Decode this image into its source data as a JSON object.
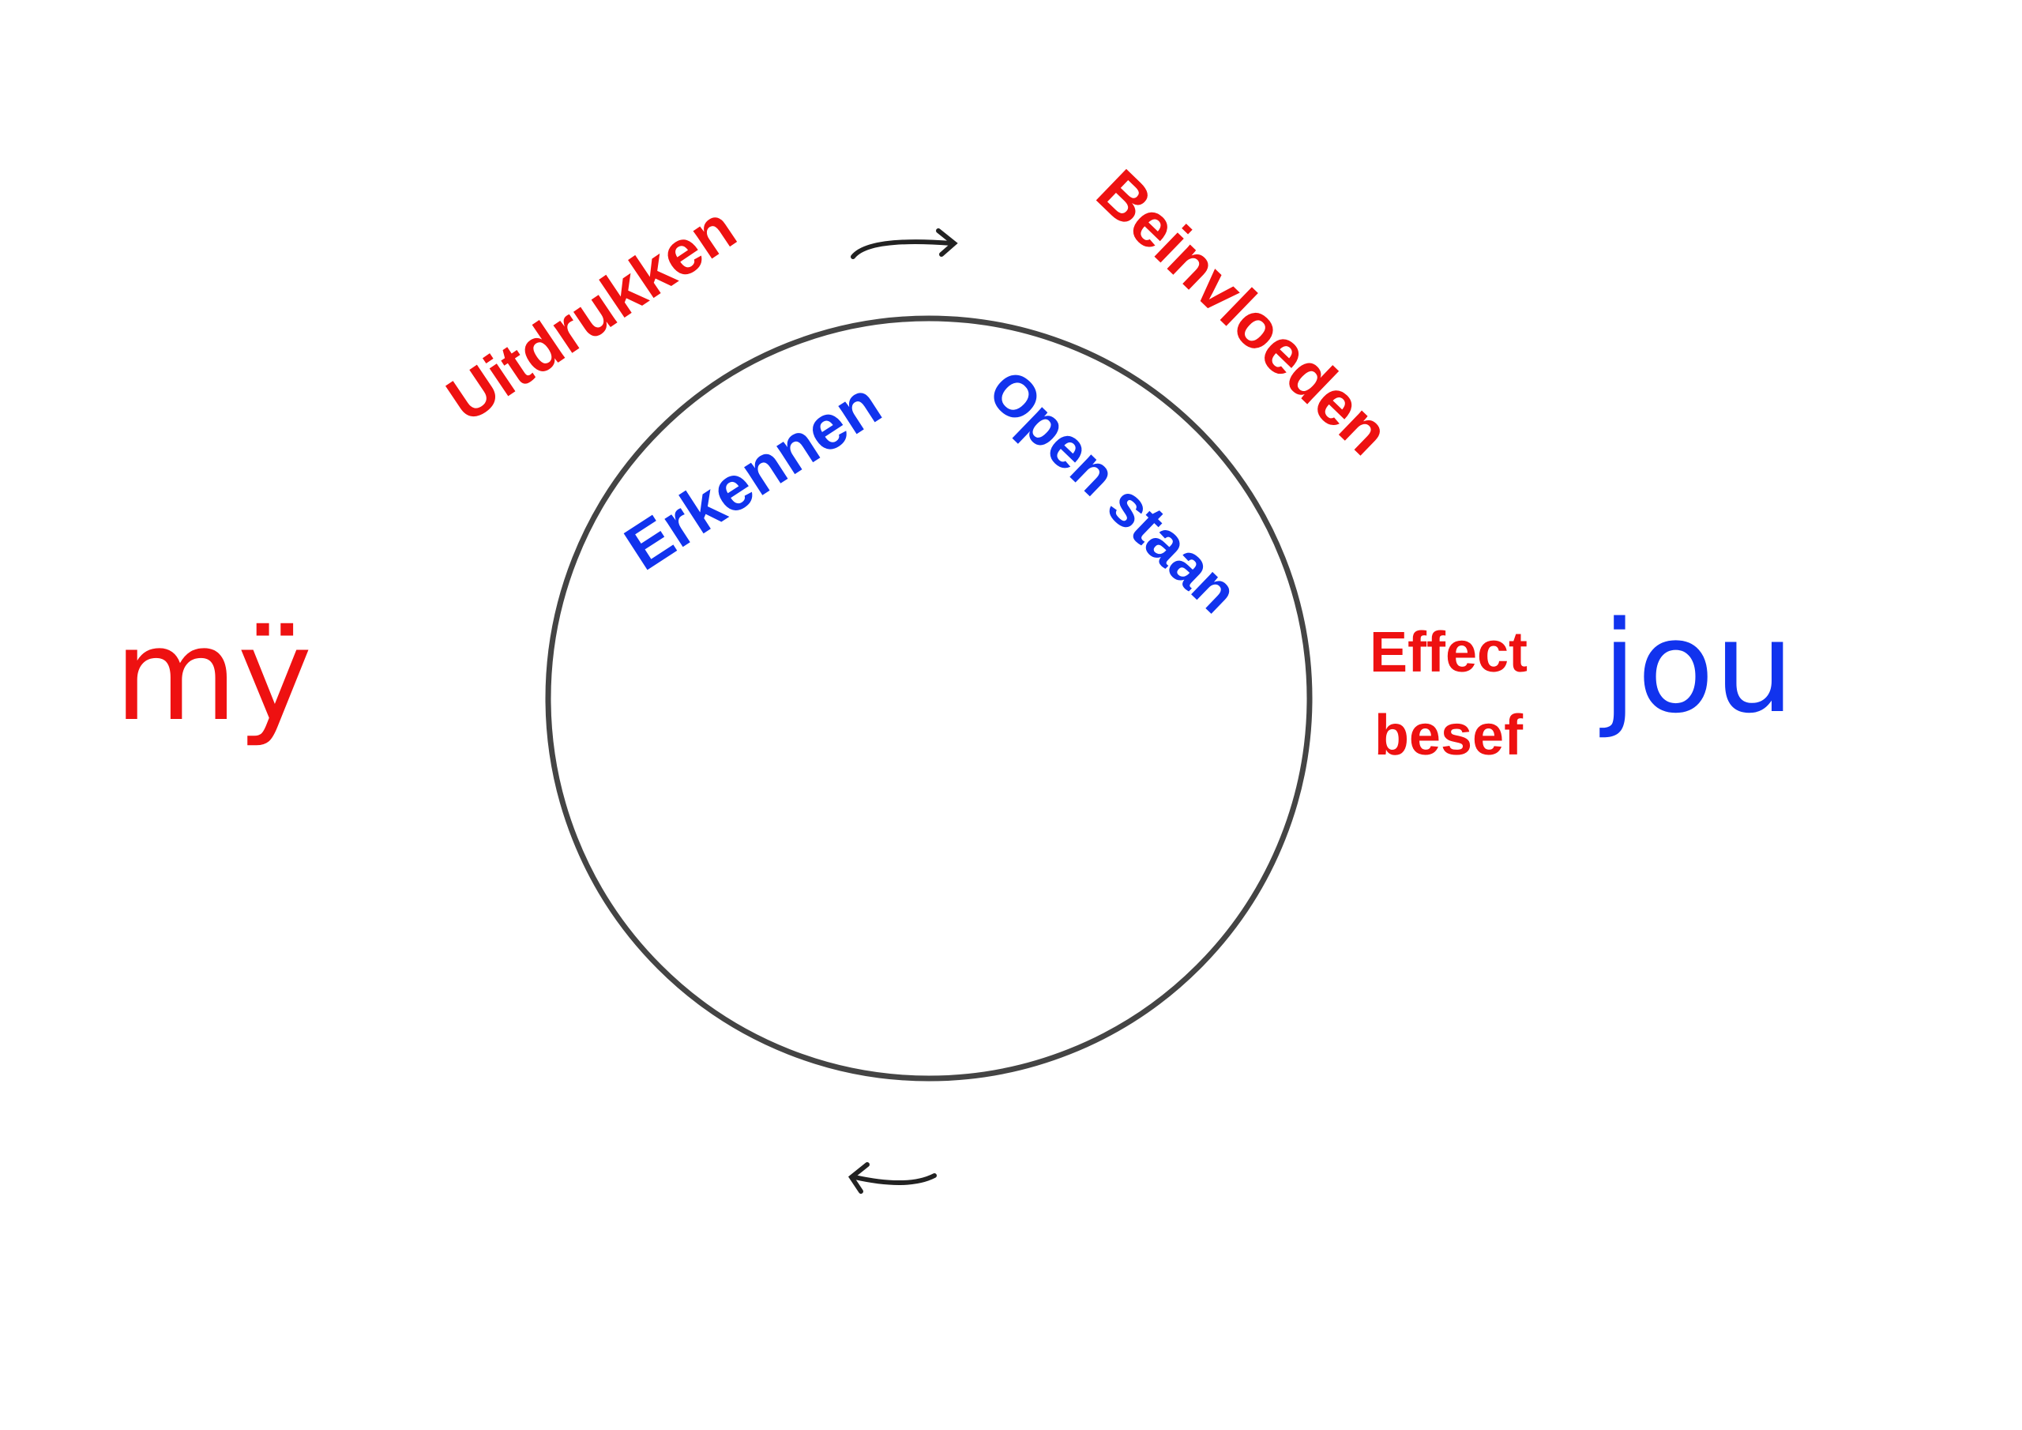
{
  "colors": {
    "red": "#ee1111",
    "blue": "#1133ee",
    "ink": "#444444"
  },
  "labels": {
    "uitdrukken": "Uitdrukken",
    "beinvloeden": "Beinvloeden",
    "erkennen": "Erkennen",
    "open_staan": "Open staan",
    "effect": "Effect",
    "besef": "besef",
    "mij": "mÿ",
    "jou": "jou"
  },
  "icons": {
    "top_arrow": "arrow-right-curved",
    "bottom_arrow": "arrow-left-curved"
  }
}
